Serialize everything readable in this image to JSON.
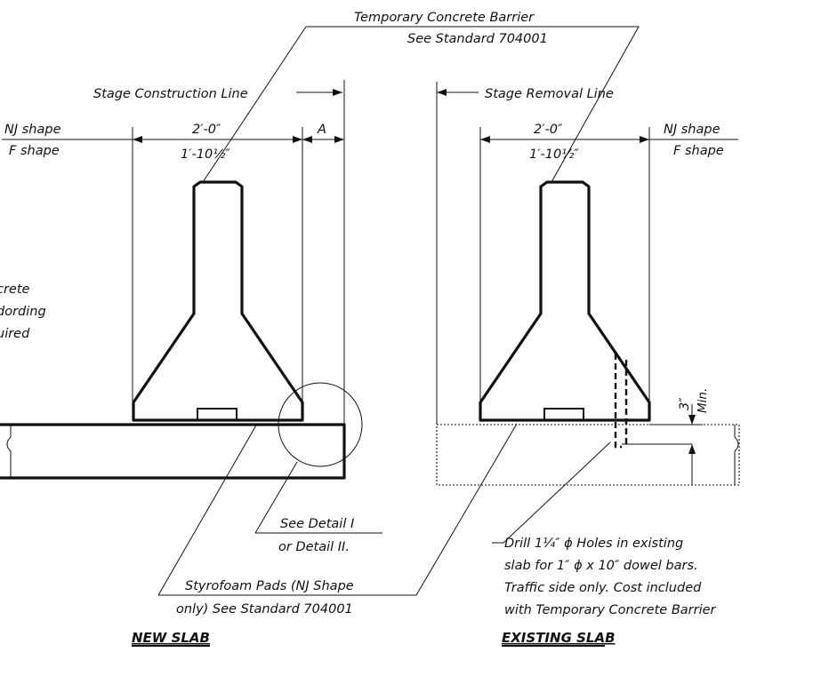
{
  "barrier_title": "Temporary  Concrete Barrier",
  "barrier_ref": "See Standard 704001",
  "stage_construction": "Stage Construction Line",
  "stage_removal": "Stage Removal Line",
  "new_slab": {
    "nj_shape": "NJ shape",
    "f_shape": "F shape",
    "width_nj": "2′-0″",
    "width_f": "1′-10½″",
    "dim_a": "A",
    "note_line1": "crete",
    "note_line2": "dording",
    "note_line3": "uired",
    "detail_line1": "See Detail I",
    "detail_line2": "or Detail II.",
    "title": "NEW SLAB"
  },
  "existing_slab": {
    "nj_shape": "NJ shape",
    "f_shape": "F shape",
    "width_nj": "2′-0″",
    "width_f": "1′-10½″",
    "min_3": "3″",
    "min_label": "Min.",
    "drill_line1": "Drill 1¼″ ϕ Holes in existing",
    "drill_line2": "slab for 1″ ϕ x 10″ dowel bars.",
    "drill_line3": "Traffic side only.  Cost included",
    "drill_line4": "with Temporary Concrete Barrier",
    "title": "EXISTING SLAB"
  },
  "styrofoam_line1": "Styrofoam Pads (NJ Shape",
  "styrofoam_line2": "only) See Standard 704001"
}
